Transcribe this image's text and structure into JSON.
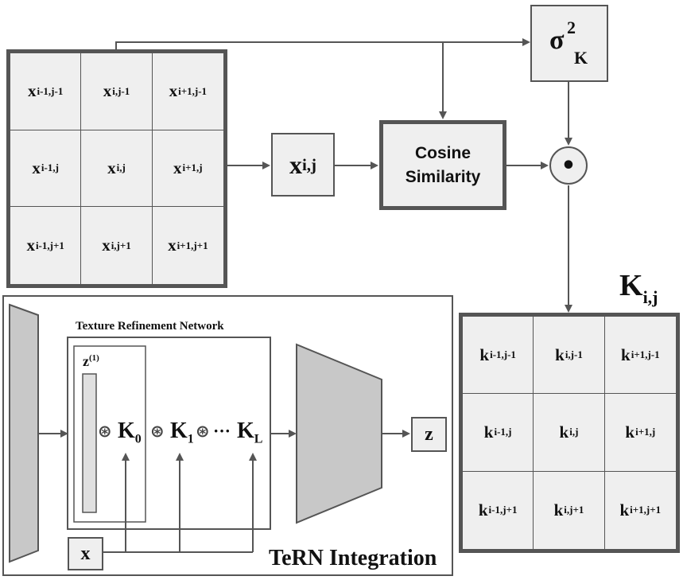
{
  "input_grid": {
    "cells": [
      {
        "base": "x",
        "sub": "i-1,j-1"
      },
      {
        "base": "x",
        "sub": "i,j-1"
      },
      {
        "base": "x",
        "sub": "i+1,j-1"
      },
      {
        "base": "x",
        "sub": "i-1,j"
      },
      {
        "base": "x",
        "sub": "i,j"
      },
      {
        "base": "x",
        "sub": "i+1,j"
      },
      {
        "base": "x",
        "sub": "i-1,j+1"
      },
      {
        "base": "x",
        "sub": "i,j+1"
      },
      {
        "base": "x",
        "sub": "i+1,j+1"
      }
    ]
  },
  "center_pixel": {
    "base": "x",
    "sub": "i,j"
  },
  "cosine": {
    "line1": "Cosine",
    "line2": "Similarity"
  },
  "sigma": {
    "base": "σ",
    "sup": "2",
    "sub": "K"
  },
  "multiply_symbol": "•",
  "kernel_title": {
    "base": "K",
    "sub": "i,j"
  },
  "kernel_grid": {
    "cells": [
      {
        "base": "k",
        "sub": "i-1,j-1"
      },
      {
        "base": "k",
        "sub": "i,j-1"
      },
      {
        "base": "k",
        "sub": "i+1,j-1"
      },
      {
        "base": "k",
        "sub": "i-1,j"
      },
      {
        "base": "k",
        "sub": "i,j"
      },
      {
        "base": "k",
        "sub": "i+1,j"
      },
      {
        "base": "k",
        "sub": "i-1,j+1"
      },
      {
        "base": "k",
        "sub": "i,j+1"
      },
      {
        "base": "k",
        "sub": "i+1,j+1"
      }
    ]
  },
  "tern": {
    "title": "TeRN Integration",
    "network_title": "Texture Refinement Network",
    "z1": {
      "base": "z",
      "sup": "(1)"
    },
    "conv_symbol": "⊛",
    "k0": {
      "base": "K",
      "sub": "0"
    },
    "k1": {
      "base": "K",
      "sub": "1"
    },
    "dots": "···",
    "kl": {
      "base": "K",
      "sub": "L"
    },
    "input_x": "x",
    "output_z": "z"
  },
  "colors": {
    "stroke": "#555555",
    "fill": "#efefef",
    "trapezoid": "#c8c8c8"
  }
}
